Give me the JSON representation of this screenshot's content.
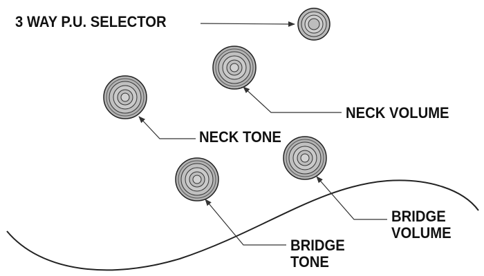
{
  "labels": {
    "selector": "3 WAY P.U. SELECTOR",
    "neck_volume": "NECK VOLUME",
    "neck_tone": "NECK TONE",
    "bridge_volume_line1": "BRIDGE",
    "bridge_volume_line2": "VOLUME",
    "bridge_tone_line1": "BRIDGE",
    "bridge_tone_line2": "TONE"
  },
  "colors": {
    "ink": "#111111",
    "knob_fill": "#b8b8b8",
    "knob_inner": "#cfcfcf",
    "line": "#333333"
  }
}
